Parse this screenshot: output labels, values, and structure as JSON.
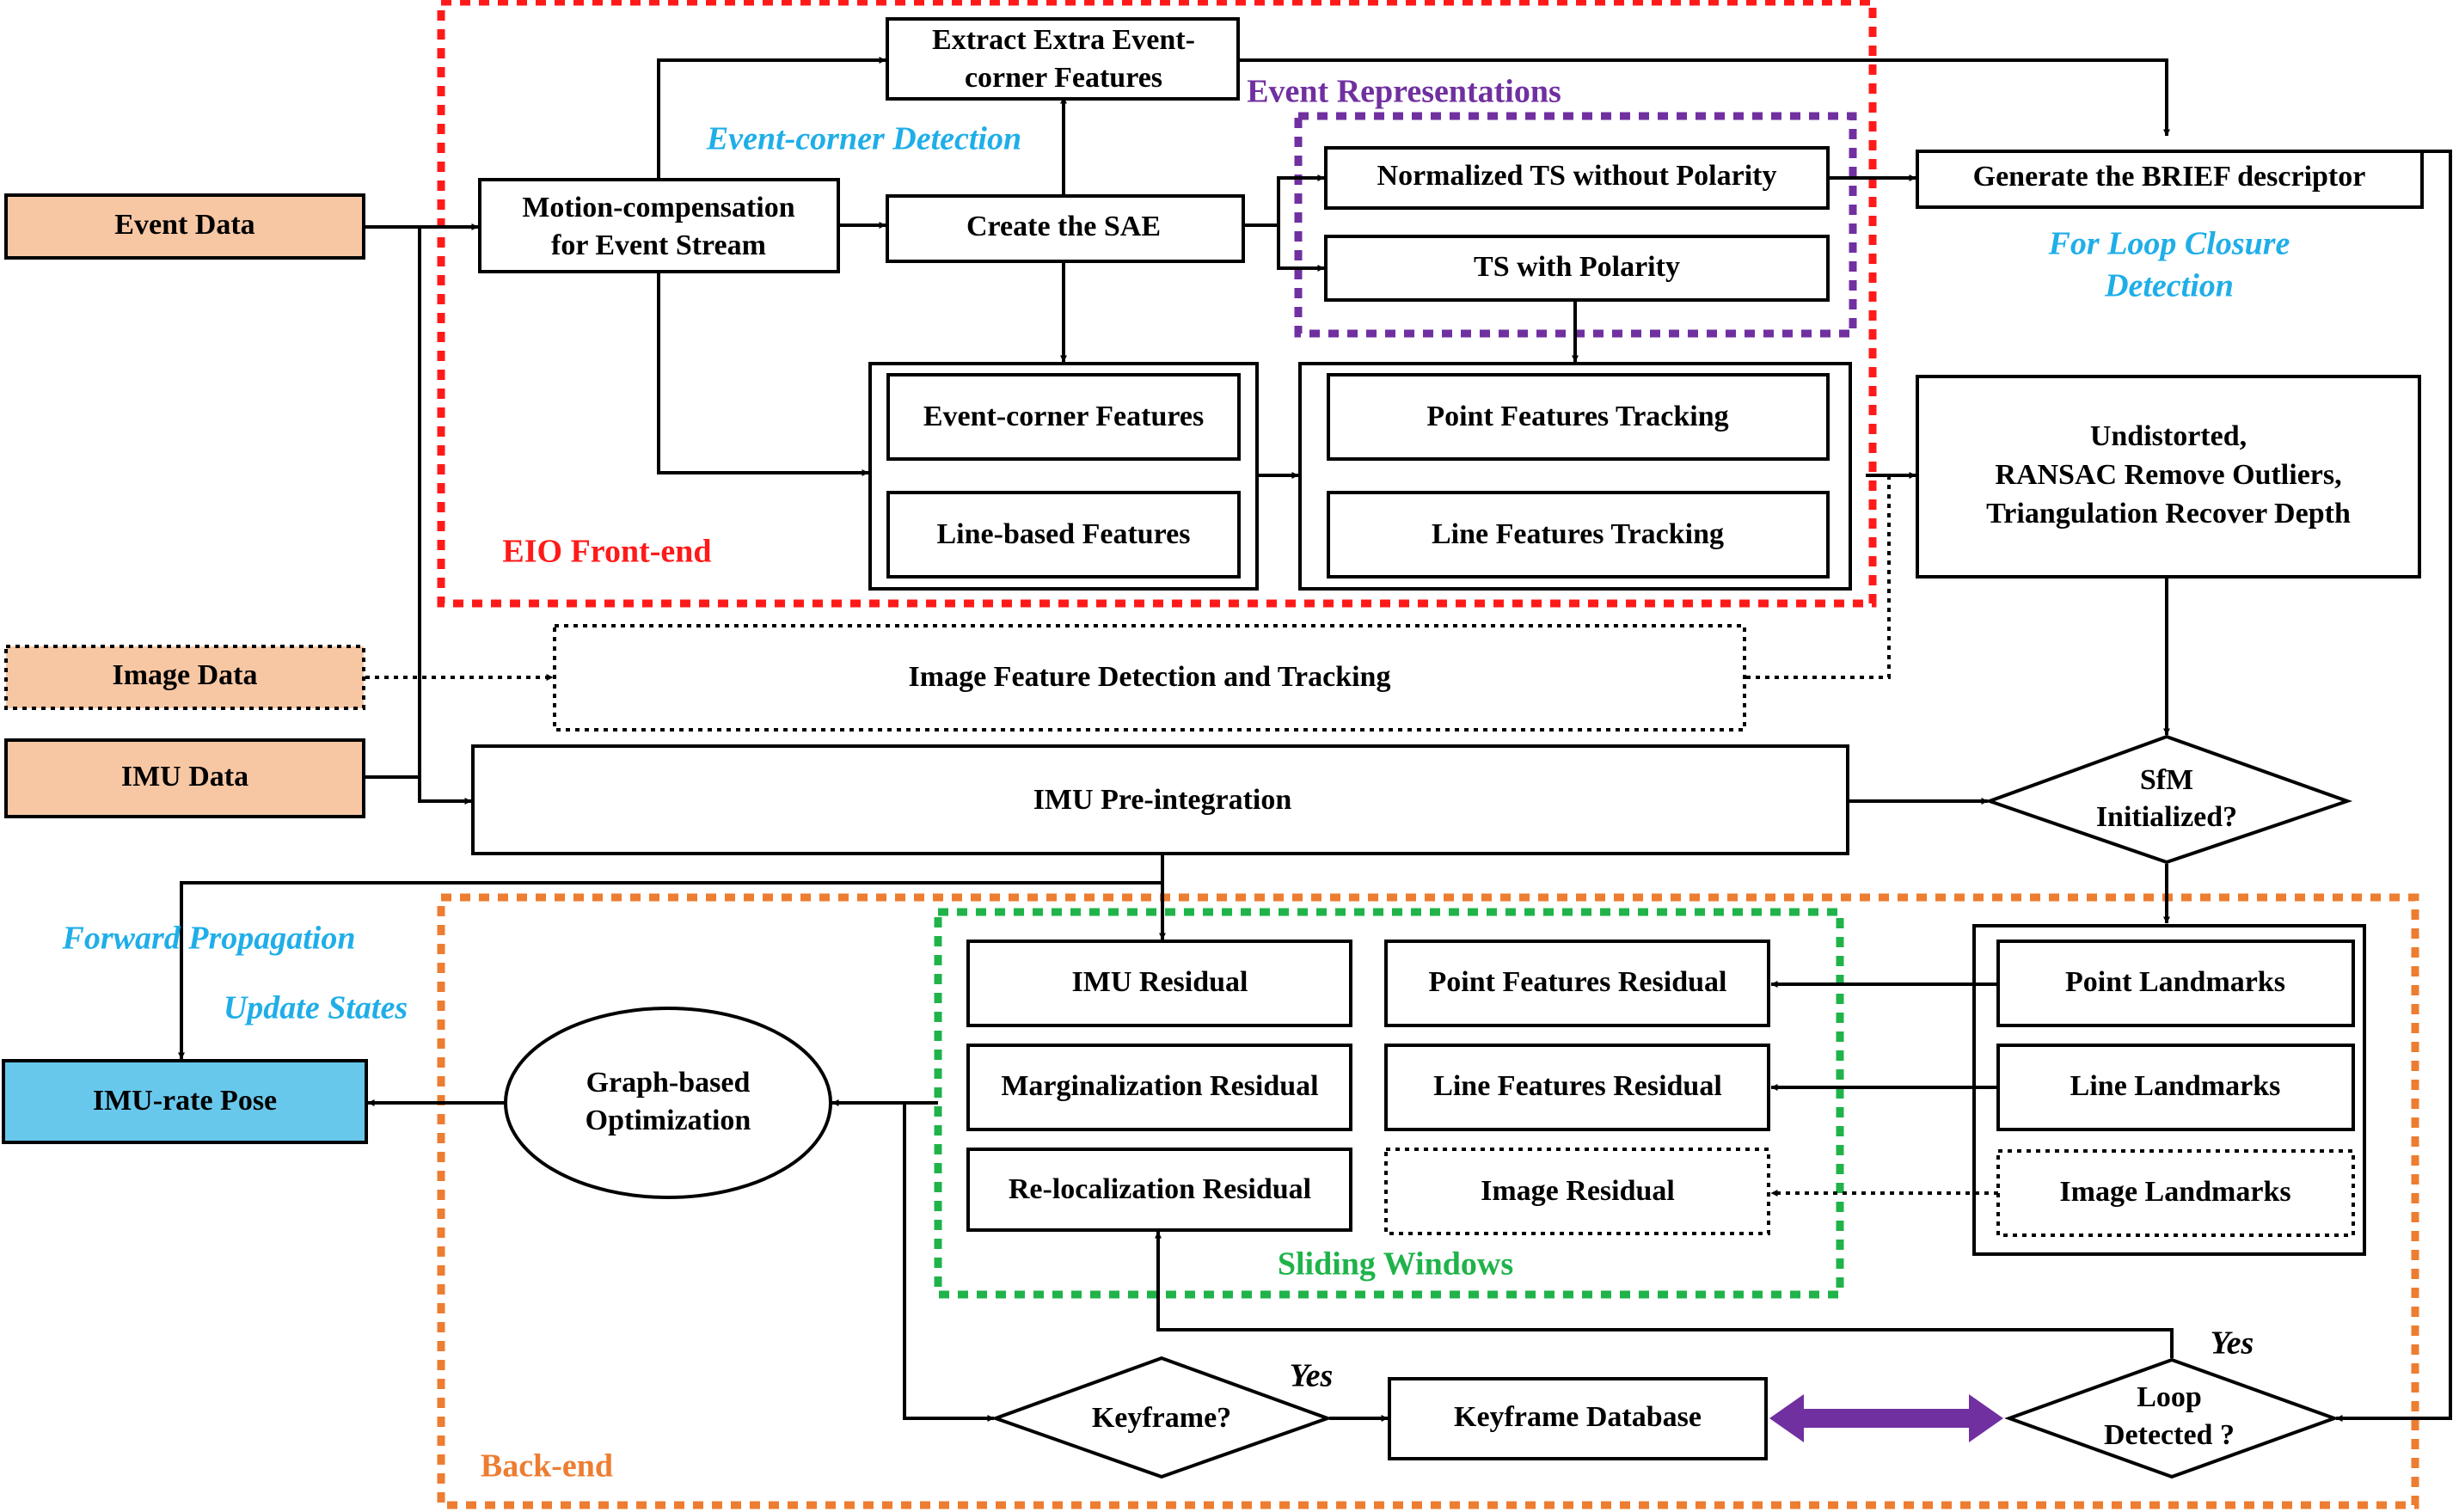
{
  "colors": {
    "input_fill": "#f7c7a4",
    "output_fill": "#68c8ec",
    "frontend_border": "#ff1a1a",
    "event_repr_border": "#7030a0",
    "backend_border": "#ed7d31",
    "sliding_border": "#1fb34a",
    "annotation_blue": "#1faee8",
    "double_arrow": "#7030a0"
  },
  "inputs": {
    "event_data": "Event Data",
    "image_data": "Image Data",
    "imu_data": "IMU Data"
  },
  "output": {
    "imu_rate_pose": "IMU-rate Pose"
  },
  "regions": {
    "frontend": "EIO Front-end",
    "event_representations": "Event Representations",
    "backend": "Back-end",
    "sliding_windows": "Sliding Windows"
  },
  "frontend": {
    "motion_comp_line1": "Motion-compensation",
    "motion_comp_line2": "for Event Stream",
    "extract_line1": "Extract Extra Event-",
    "extract_line2": "corner Features",
    "create_sae": "Create the SAE",
    "event_corner_detection": "Event-corner Detection",
    "normalized_ts": "Normalized TS without Polarity",
    "ts_polarity": "TS with Polarity",
    "event_corner_features": "Event-corner Features",
    "line_based_features": "Line-based Features",
    "point_tracking": "Point Features Tracking",
    "line_tracking": "Line Features Tracking"
  },
  "right_column": {
    "brief": "Generate the BRIEF descriptor",
    "loop_closure_line1": "For Loop Closure",
    "loop_closure_line2": "Detection",
    "undistort_line1": "Undistorted,",
    "undistort_line2": "RANSAC Remove Outliers,",
    "undistort_line3": "Triangulation Recover Depth",
    "sfm_line1": "SfM",
    "sfm_line2": "Initialized?"
  },
  "middle": {
    "image_feature": "Image Feature Detection and Tracking",
    "imu_preintegration": "IMU Pre-integration"
  },
  "backend": {
    "forward_propagation": "Forward Propagation",
    "update_states": "Update States",
    "graph_line1": "Graph-based",
    "graph_line2": "Optimization",
    "imu_residual": "IMU Residual",
    "marg_residual": "Marginalization Residual",
    "reloc_residual": "Re-localization Residual",
    "point_residual": "Point Features Residual",
    "line_residual": "Line Features Residual",
    "image_residual": "Image Residual",
    "point_landmarks": "Point Landmarks",
    "line_landmarks": "Line Landmarks",
    "image_landmarks": "Image Landmarks",
    "keyframe_q": "Keyframe?",
    "yes_keyframe": "Yes",
    "keyframe_db": "Keyframe Database",
    "loop_line1": "Loop",
    "loop_line2": "Detected ?",
    "yes_loop": "Yes"
  }
}
